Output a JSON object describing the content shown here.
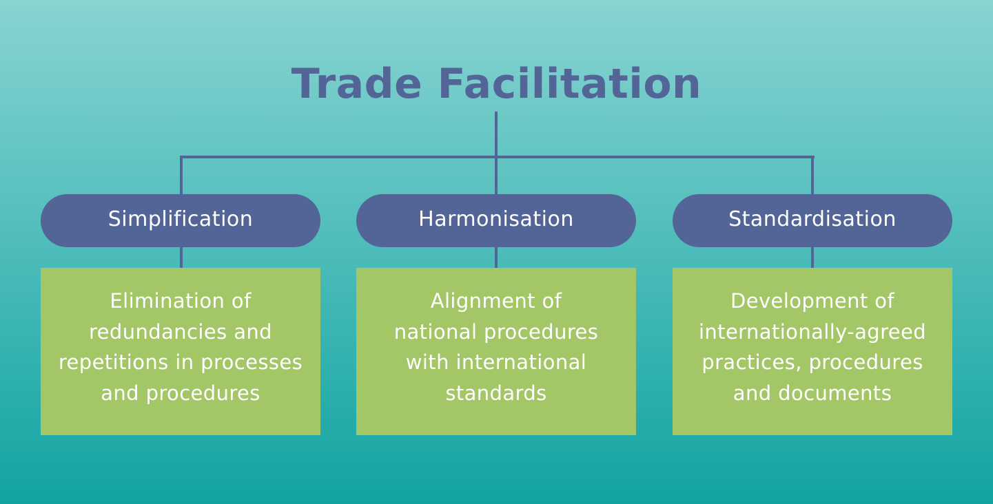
{
  "title": "Trade Facilitation",
  "colors": {
    "connector": "#536596",
    "pill_background": "#536596",
    "box_background": "#a3c766",
    "text_light": "#ffffff",
    "title_text": "#536596",
    "background_top": "#88d4d1",
    "background_bottom": "#12a3a1"
  },
  "branches": [
    {
      "label": "Simplification",
      "description_lines": [
        "Elimination of",
        "redundancies and",
        "repetitions in processes",
        "and procedures"
      ]
    },
    {
      "label": "Harmonisation",
      "description_lines": [
        "Alignment of",
        "national procedures",
        "with international",
        "standards"
      ]
    },
    {
      "label": "Standardisation",
      "description_lines": [
        "Development of",
        "internationally-agreed",
        "practices, procedures",
        "and documents"
      ]
    }
  ]
}
